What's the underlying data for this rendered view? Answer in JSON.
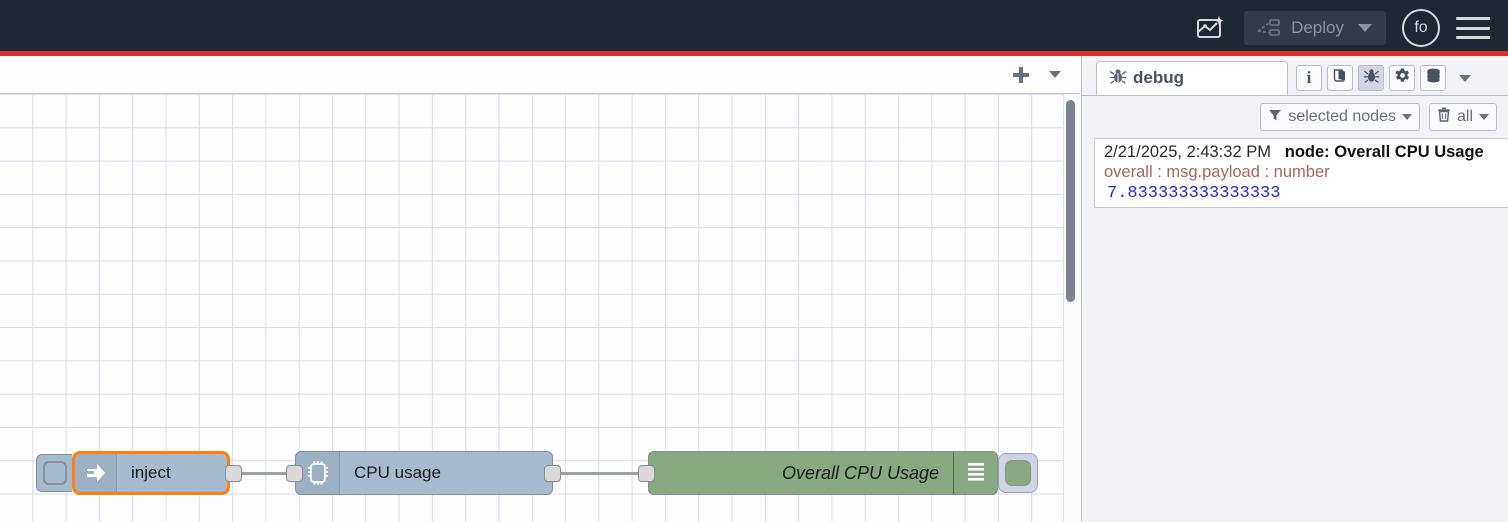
{
  "header": {
    "palette_icon": "palette-add-icon",
    "deploy_label": "Deploy",
    "deploy_icon": "deploy-icon",
    "deploy_caret_icon": "chevron-down-icon",
    "user_initials": "fo",
    "menu_icon": "hamburger-menu-icon",
    "bg_color": "#1f2733",
    "accent_strip_color": "#d73029"
  },
  "workspace": {
    "add_flow_icon": "plus-icon",
    "flow_menu_icon": "chevron-down-icon",
    "tabs": []
  },
  "canvas": {
    "grid_color": "#dedeed",
    "background_color": "#fdfdfe",
    "nodes": [
      {
        "id": "inject",
        "label": "inject",
        "icon": "arrow-right-icon",
        "color": "#a6bbcf",
        "selected": true,
        "selection_color": "#ff7f0e",
        "has_inject_button": true
      },
      {
        "id": "cpu-usage",
        "label": "CPU usage",
        "icon": "cpu-chip-icon",
        "color": "#a6bbcf",
        "selected": false
      },
      {
        "id": "overall-cpu-usage",
        "label": "Overall CPU Usage",
        "icon": "debug-lines-icon",
        "color": "#87a980",
        "selected": false,
        "has_status_button": true
      }
    ]
  },
  "sidebar": {
    "active_tab": "debug",
    "debug_tab_label": "debug",
    "debug_tab_icon": "bug-icon",
    "tab_buttons": [
      {
        "name": "info-tab",
        "icon": "info-icon",
        "glyph": "i",
        "active": false
      },
      {
        "name": "help-tab",
        "icon": "book-icon",
        "glyph": "",
        "active": false
      },
      {
        "name": "debug-tab-button",
        "icon": "bug-icon",
        "glyph": "",
        "active": true
      },
      {
        "name": "config-tab",
        "icon": "gear-icon",
        "glyph": "",
        "active": false
      },
      {
        "name": "context-tab",
        "icon": "database-icon",
        "glyph": "",
        "active": false
      }
    ],
    "more_tabs_icon": "chevron-down-icon",
    "toolbar": {
      "filter_label": "selected nodes",
      "filter_icon": "funnel-icon",
      "filter_caret": "chevron-down-icon",
      "clear_label": "all",
      "clear_icon": "trash-icon",
      "clear_caret": "chevron-down-icon"
    },
    "messages": [
      {
        "timestamp": "2/21/2025, 2:43:32 PM",
        "source_prefix": "node: ",
        "source": "Overall CPU Usage",
        "topic": "overall : msg.payload : number",
        "value": "7.833333333333333",
        "value_color": "#2727d0",
        "topic_color": "#a86464"
      }
    ]
  }
}
